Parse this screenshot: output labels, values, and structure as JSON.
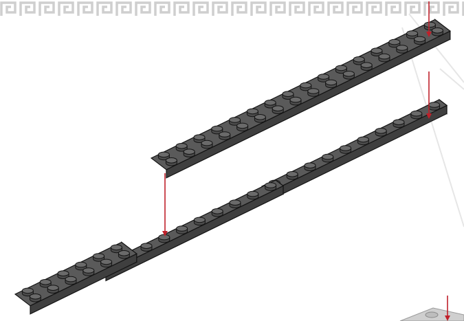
{
  "diagram": {
    "kind": "lego-build-step",
    "border_pattern": "greek-key",
    "colors": {
      "background": "#ffffff",
      "border": "#cfcfcf",
      "brick_top": "#5a5a5a",
      "brick_front": "#3f3f3f",
      "brick_side": "#2e2e2e",
      "stud": "#4b4b4b",
      "stud_top": "#6a6a6a",
      "outline": "#141414",
      "arrow": "#c0202a",
      "guide_line": "#e6e6e6"
    },
    "parts": [
      {
        "name": "plate-2x16",
        "shape": "2 x 16 plate",
        "count": 1
      },
      {
        "name": "plate-2x6",
        "shape": "2 x 6 plate",
        "count": 1
      },
      {
        "name": "plate-1x10-upper",
        "shape": "1 x 10 plate",
        "count": 1
      },
      {
        "name": "plate-1x10-lower",
        "shape": "1 x 10 plate",
        "count": 1
      }
    ],
    "arrows": [
      {
        "name": "arrow-top-right",
        "direction": "down"
      },
      {
        "name": "arrow-mid-right",
        "direction": "down"
      },
      {
        "name": "arrow-left",
        "direction": "down"
      },
      {
        "name": "arrow-bottom-right",
        "direction": "down"
      }
    ]
  }
}
